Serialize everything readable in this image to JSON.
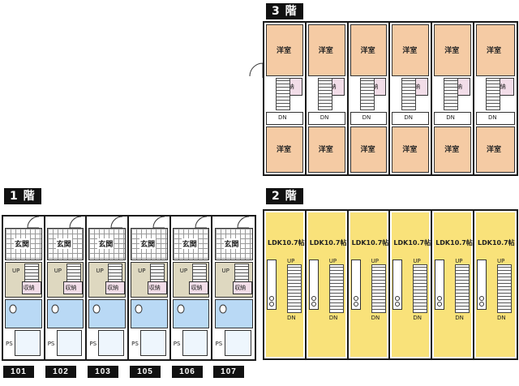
{
  "floors": {
    "floor3": {
      "label": "3 階",
      "room_top": "洋室",
      "room_bottom": "洋室",
      "storage": "収納",
      "dn": "DN",
      "color": "#f5cba4"
    },
    "floor2": {
      "label": "2 階",
      "ldk": "LDK10.7帖",
      "up": "UP",
      "dn": "DN",
      "color": "#f9e27a"
    },
    "floor1": {
      "label": "1 階",
      "entrance": "玄関",
      "up": "UP",
      "storage": "収納",
      "ps": "PS",
      "wet_color": "#b9d9f5",
      "hall_color": "#ded8c0"
    }
  },
  "unit_numbers": [
    "101",
    "102",
    "103",
    "105",
    "106",
    "107"
  ]
}
